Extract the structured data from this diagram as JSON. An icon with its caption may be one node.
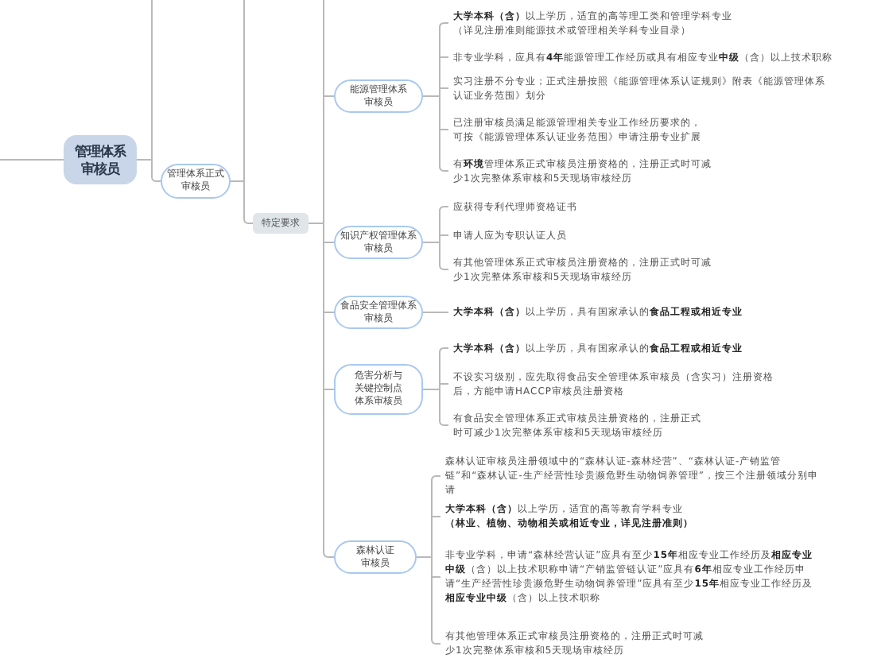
{
  "diagram": {
    "nodes": [
      {
        "text": [
          "管理体系审核员"
        ]
      },
      {
        "text": [
          "管理体系正式审核员"
        ]
      },
      {
        "text": [
          "特定要求"
        ]
      },
      {
        "text": [
          "能源管理体系审核员"
        ]
      },
      {
        "text": [
          "**大学本科（含）**以上学历，适宜的高等理工类和管理学科专业（详见注册准则能源技术或管理相关学科专业目录）"
        ]
      },
      {
        "text": [
          "非专业学科，应具有**4年**能源管理工作经历或具有相应专业**中级**（含）以上技术职称"
        ]
      },
      {
        "text": [
          "实习注册不分专业；正式注册按照《能源管理体系认证规则》附表《能源管理体系认证业务范围》划分"
        ]
      },
      {
        "text": [
          "已注册审核员满足能源管理相关专业工作经历要求的，可按《能源管理体系认证业务范围》申请注册专业扩展"
        ]
      },
      {
        "text": [
          "有**环境**管理体系正式审核员注册资格的，注册正式时可减少1次完整体系审核和5天现场审核经历"
        ]
      },
      {
        "text": [
          "知识产权管理体系审核员"
        ]
      },
      {
        "text": [
          "应获得专利代理师资格证书"
        ]
      },
      {
        "text": [
          "申请人应为专职认证人员"
        ]
      },
      {
        "text": [
          "有其他管理体系正式审核员注册资格的，注册正式时可减少1次完整体系审核和5天现场审核经历"
        ]
      },
      {
        "text": [
          "食品安全管理体系审核员"
        ]
      },
      {
        "text": [
          "**大学本科（含）**以上学历，具有国家承认的**食品工程或相近专业**"
        ]
      },
      {
        "text": [
          "危害分析与关键控制点体系审核员"
        ]
      },
      {
        "text": [
          "**大学本科（含）**以上学历，具有国家承认的**食品工程或相近专业**"
        ]
      },
      {
        "text": [
          "不设实习级别，应先取得食品安全管理体系审核员（含实习）注册资格后，方能申请HACCP审核员注册资格"
        ]
      },
      {
        "text": [
          "有食品安全管理体系正式审核员注册资格的，注册正式时可减少1次完整体系审核和5天现场审核经历"
        ]
      },
      {
        "text": [
          "森林认证审核员"
        ]
      },
      {
        "text": [
          "森林认证审核员注册领域中的“森林认证-森林经营”、“森林认证-产销监管链”和“森林认证-生产经营性珍贵濒危野生动物饲养管理”，按三个注册领域分别申请"
        ]
      },
      {
        "text": [
          "**大学本科（含）**以上学历，适宜的高等教育学科专业**（林业、植物、动物相关或相近专业，详见注册准则）**"
        ]
      },
      {
        "text": [
          "非专业学科，申请“森林经营认证”应具有至少**15年**相应专业工作经历及**相应专业中级**（含）以上技术职称申请“产销监管链认证”应具有**6年**相应专业工作经历申请“生产经营性珍贵濒危野生动物饲养管理”应具有至少**15年**相应专业工作经历及**相应专业中级**（含）以上技术职称"
        ]
      },
      {
        "text": [
          "有其他管理体系正式审核员注册资格的，注册正式时可减少1次完整体系审核和5天现场审核经历"
        ]
      }
    ],
    "edges": [
      {
        "from": null,
        "to": 0,
        "arrow": "none"
      },
      {
        "from": 0,
        "to": null,
        "arrow": "none"
      },
      {
        "from": 0,
        "to": 1,
        "arrow": "none"
      },
      {
        "from": 1,
        "to": null,
        "arrow": "none"
      },
      {
        "from": 1,
        "to": 2,
        "arrow": "none"
      },
      {
        "from": 2,
        "to": null,
        "arrow": "none"
      },
      {
        "from": 2,
        "to": 3,
        "arrow": "none"
      },
      {
        "from": 2,
        "to": 9,
        "arrow": "none"
      },
      {
        "from": 2,
        "to": 13,
        "arrow": "none"
      },
      {
        "from": 2,
        "to": 15,
        "arrow": "none"
      },
      {
        "from": 2,
        "to": 19,
        "arrow": "none"
      },
      {
        "from": 3,
        "to": 4,
        "arrow": "none"
      },
      {
        "from": 3,
        "to": 5,
        "arrow": "none"
      },
      {
        "from": 3,
        "to": 6,
        "arrow": "none"
      },
      {
        "from": 3,
        "to": 7,
        "arrow": "none"
      },
      {
        "from": 3,
        "to": 8,
        "arrow": "none"
      },
      {
        "from": 9,
        "to": 10,
        "arrow": "none"
      },
      {
        "from": 9,
        "to": 11,
        "arrow": "none"
      },
      {
        "from": 9,
        "to": 12,
        "arrow": "none"
      },
      {
        "from": 13,
        "to": 14,
        "arrow": "none"
      },
      {
        "from": 15,
        "to": 16,
        "arrow": "none"
      },
      {
        "from": 15,
        "to": 17,
        "arrow": "none"
      },
      {
        "from": 15,
        "to": 18,
        "arrow": "none"
      },
      {
        "from": 19,
        "to": 20,
        "arrow": "none"
      },
      {
        "from": 19,
        "to": 21,
        "arrow": "none"
      },
      {
        "from": 19,
        "to": 22,
        "arrow": "none"
      },
      {
        "from": 19,
        "to": 23,
        "arrow": "none"
      }
    ]
  }
}
